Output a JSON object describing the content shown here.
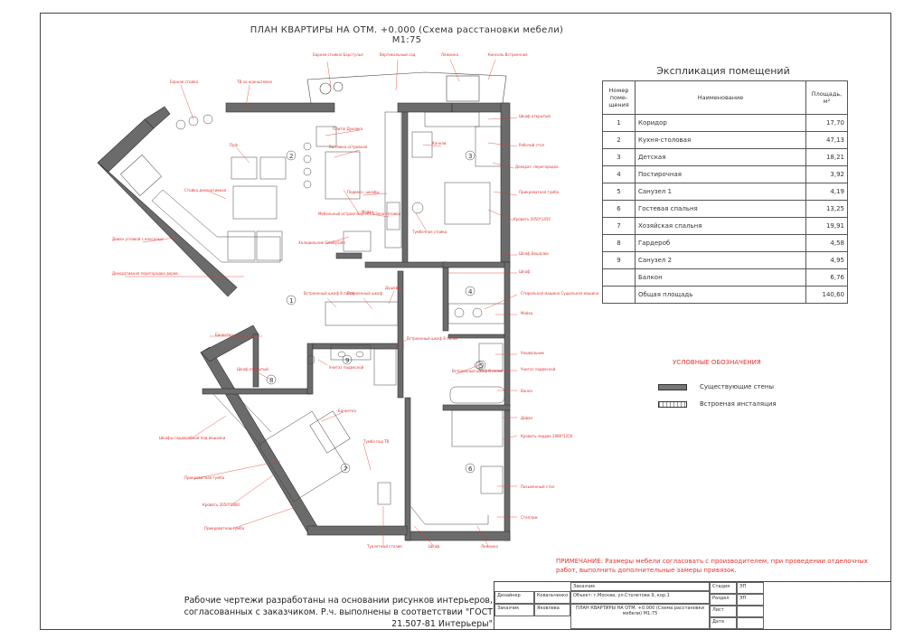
{
  "title": "ПЛАН КВАРТИРЫ НА ОТМ. +0.000 (Схема расстановки мебели) М1:75",
  "explication": {
    "title": "Экспликация помещений",
    "headers": [
      "Номер поме-щения",
      "Наименование",
      "Площадь, м²"
    ],
    "rows": [
      {
        "num": "1",
        "name": "Коридор",
        "area": "17,70"
      },
      {
        "num": "2",
        "name": "Кухня-столовая",
        "area": "47,13"
      },
      {
        "num": "3",
        "name": "Детская",
        "area": "18,21"
      },
      {
        "num": "4",
        "name": "Постирочная",
        "area": "3,92"
      },
      {
        "num": "5",
        "name": "Санузел 1",
        "area": "4,19"
      },
      {
        "num": "6",
        "name": "Гостевая спальня",
        "area": "13,25"
      },
      {
        "num": "7",
        "name": "Хозяйская спальня",
        "area": "19,91"
      },
      {
        "num": "8",
        "name": "Гардероб",
        "area": "4,58"
      },
      {
        "num": "9",
        "name": "Санузел 2",
        "area": "4,95"
      },
      {
        "num": "",
        "name": "Балкон",
        "area": "6,76"
      }
    ],
    "total_label": "Общая площадь",
    "total_area": "140,60"
  },
  "legend": {
    "title": "УСЛОВНЫЕ ОБОЗНАЧЕНИЯ",
    "walls": "Существующие стены",
    "installation": "Встроеная инсталяция"
  },
  "note": "ПРИМЕЧАНИЕ: Размеры мебели согласовать с производителем, при проведении отделочных работ, выполнить дополнительные замеры привязок.",
  "bottom_note": "Рабочие чертежи разработаны на основании рисунков интерьеров, согласованных с заказчиком. Р.ч. выполнены в соответствии \"ГОСТ 21.507-81 Интерьеры\"",
  "stamp": {
    "customer_label": "Заказчик",
    "designer_label": "Дизайнер",
    "designer_name": "Ковальченко",
    "client_label": "Заказчик",
    "client_name": "Яковлева",
    "object": "Объект: г.Москва, ул.Столетова 9, кор.1",
    "sheet_title": "ПЛАН КВАРТИРЫ НА ОТМ. +0.000 (Схема расстановки мебели) М1:75",
    "stage_label": "Стадия",
    "stage": "ЭП",
    "section_label": "Раздел",
    "section": "ЭП",
    "sheet_label": "Лист",
    "date_label": "Дата"
  },
  "plan": {
    "rooms": [
      "1",
      "2",
      "3",
      "4",
      "5",
      "6",
      "7",
      "8",
      "9"
    ],
    "labels": [
      "Барная стойка/ Барстулья",
      "Вертикальный сад",
      "Лежанка",
      "Консоль Встроенная",
      "Барная стойка",
      "ТВ на кронштейне",
      "Шкаф открытый",
      "Плита/ Духовка",
      "Вытяжка островная",
      "Рабочий стол",
      "Пуф",
      "Качели",
      "Декорат. перегородка",
      "Прикроватная тумба",
      "Стойка декоративная",
      "Мебельный остров/ Барн.ст.+Зона готовки",
      "Подвесн. шкафы",
      "Мойка",
      "Кровать 2050*1450",
      "Холодильник SideBySide",
      "Тумбочная стойка",
      "Диван угловой с консолью",
      "Шкаф Вешалки",
      "Шкаф",
      "Декоративная перегородка дерев.",
      "Стиральная машина Сушильная машина",
      "Мойка",
      "Встроенный шкаф 8 полок",
      "Встроенный шкаф",
      "Душевая",
      "Банкетка",
      "Встроенный шкаф 8 полок",
      "Унитаз подвесной",
      "Умывальник",
      "Встроенный шкаф 8 полок",
      "Унитаз подвесной",
      "Ванна",
      "Шкаф открытый",
      "Банкетка",
      "Диван",
      "Кровать-чердак 2080*1250",
      "Шкафы гардеробной под вешалки",
      "Тумба под ТВ",
      "Письменный стол",
      "Стеллаж",
      "Прикроватная тумба",
      "Кровать 2050*1800",
      "Прикроватная тумба",
      "Туалетный столик",
      "Шкаф",
      "Лежанка"
    ]
  }
}
